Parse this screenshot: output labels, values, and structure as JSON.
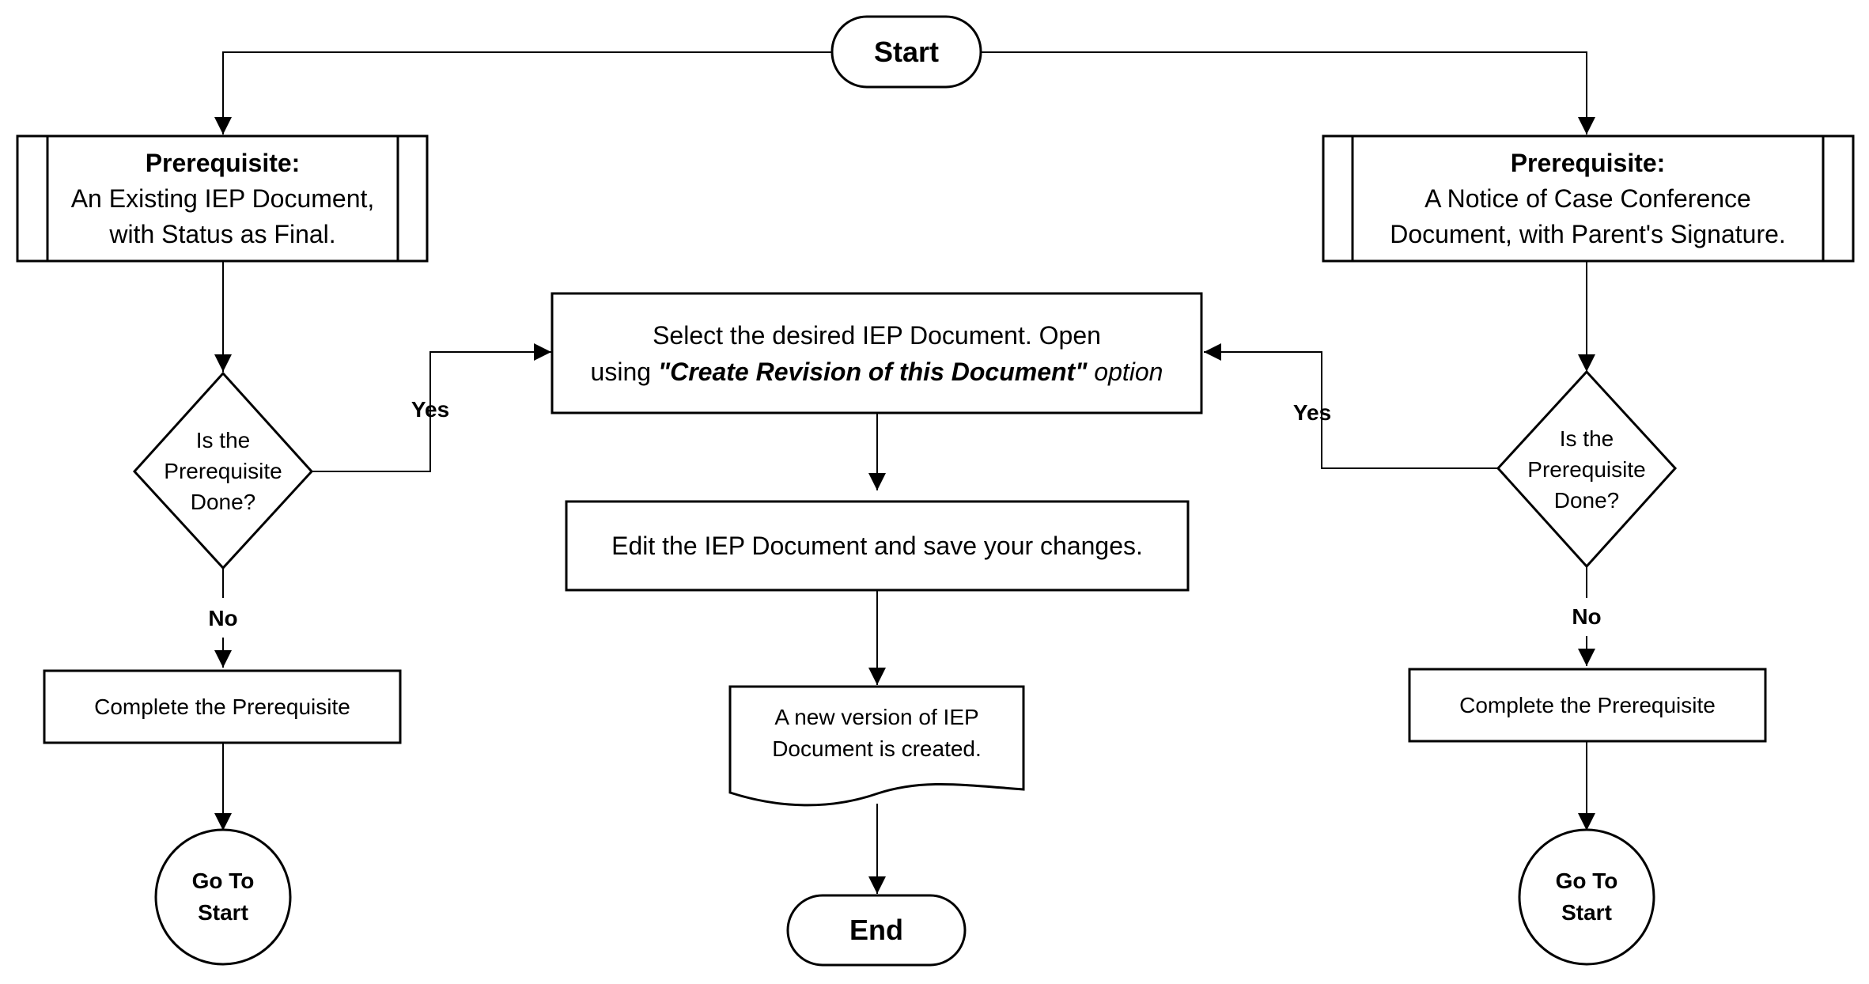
{
  "start": {
    "label": "Start"
  },
  "end": {
    "label": "End"
  },
  "left": {
    "prereq_title": "Prerequisite:",
    "prereq_line1": "An Existing IEP Document,",
    "prereq_line2": "with Status as Final.",
    "decision_line1": "Is the",
    "decision_line2": "Prerequisite",
    "decision_line3": "Done?",
    "yes_label": "Yes",
    "no_label": "No",
    "complete_label": "Complete the Prerequisite",
    "goto_line1": "Go To",
    "goto_line2": "Start"
  },
  "right": {
    "prereq_title": "Prerequisite:",
    "prereq_line1": "A Notice of Case Conference",
    "prereq_line2": "Document, with Parent's Signature.",
    "decision_line1": "Is the",
    "decision_line2": "Prerequisite",
    "decision_line3": "Done?",
    "yes_label": "Yes",
    "no_label": "No",
    "complete_label": "Complete the Prerequisite",
    "goto_line1": "Go To",
    "goto_line2": "Start"
  },
  "center": {
    "select_line1": "Select the desired IEP Document. Open",
    "select_line2_prefix": "using ",
    "select_line2_emph": "\"Create Revision of this Document\"",
    "select_line2_suffix": " option",
    "edit_label": "Edit the IEP Document and save your changes.",
    "doc_line1": "A new version of IEP",
    "doc_line2": "Document is created."
  }
}
